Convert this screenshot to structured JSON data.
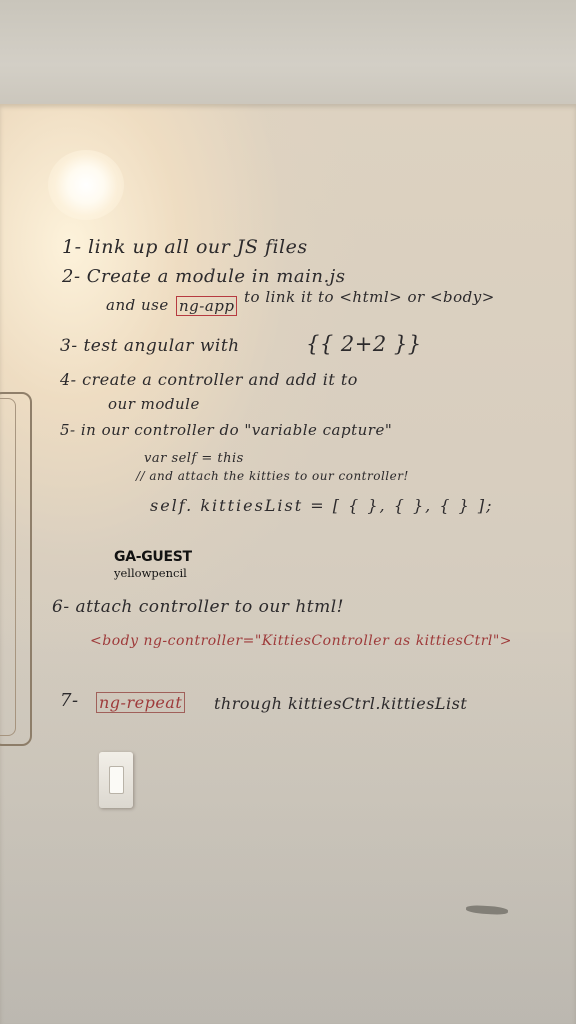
{
  "whiteboard": {
    "steps": [
      {
        "lines": [
          "1- link up all our JS files"
        ]
      },
      {
        "lines": [
          "2- Create a module in main.js",
          "and use",
          "ng-app",
          "to link it to <html> or <body>"
        ]
      },
      {
        "lines": [
          "3- test angular with",
          "{{ 2+2 }}"
        ]
      },
      {
        "lines": [
          "4- create a controller and add it to",
          "our module"
        ]
      },
      {
        "lines": [
          "5- in our controller do \"variable capture\"",
          "var self = this",
          "// and attach the kitties to our controller!",
          "self. kittiesList = [ {  }, { }, { } ];"
        ]
      },
      {
        "lines": [
          "6- attach controller to our html!",
          "<body ng-controller=\"KittiesController as kittiesCtrl\">"
        ]
      },
      {
        "lines": [
          "7- ",
          "ng-repeat",
          "through kittiesCtrl.kittiesList"
        ]
      }
    ]
  },
  "logo": {
    "brand": "GA-GUEST",
    "tagline": "yellowpencil"
  }
}
